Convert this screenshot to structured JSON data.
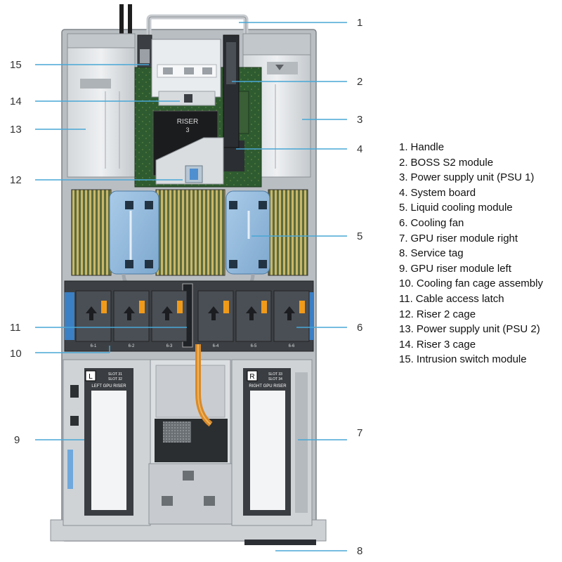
{
  "callouts": [
    {
      "num": "1",
      "label": "Handle"
    },
    {
      "num": "2",
      "label": "BOSS S2 module"
    },
    {
      "num": "3",
      "label": "Power supply unit (PSU 1)"
    },
    {
      "num": "4",
      "label": "System board"
    },
    {
      "num": "5",
      "label": "Liquid cooling module"
    },
    {
      "num": "6",
      "label": "Cooling fan"
    },
    {
      "num": "7",
      "label": "GPU riser module right"
    },
    {
      "num": "8",
      "label": "Service tag"
    },
    {
      "num": "9",
      "label": "GPU riser module left"
    },
    {
      "num": "10",
      "label": "Cooling fan cage assembly"
    },
    {
      "num": "11",
      "label": "Cable access latch"
    },
    {
      "num": "12",
      "label": "Riser 2 cage"
    },
    {
      "num": "13",
      "label": "Power supply unit (PSU 2)"
    },
    {
      "num": "14",
      "label": "Riser 3 cage"
    },
    {
      "num": "15",
      "label": "Intrusion switch module"
    }
  ],
  "legend_numbers": [
    "1.",
    "2.",
    "3.",
    "4.",
    "5.",
    "6.",
    "7.",
    "8.",
    "9.",
    "10.",
    "11.",
    "12.",
    "13.",
    "14.",
    "15."
  ],
  "chassis_text": {
    "riser3": "RISER",
    "riser3_num": "3",
    "left_riser_letter": "L",
    "left_riser_slots": [
      "SLOT 31",
      "SLOT 32"
    ],
    "left_riser_title": "LEFT GPU RISER",
    "right_riser_letter": "R",
    "right_riser_slots": [
      "SLOT 33",
      "SLOT 34"
    ],
    "right_riser_title": "RIGHT GPU RISER",
    "fan_labels": [
      "6-1",
      "6-2",
      "6-3",
      "6-4",
      "6-5",
      "6-6"
    ]
  },
  "colors": {
    "callout_line": "#49a7d6",
    "chassis": "#bfc4c8",
    "board": "#2e5a2e",
    "cooling": "#8fb8dc",
    "fan_blue": "#3b7fc4",
    "fan_orange": "#f09a1a",
    "cable": "#d98a2a"
  }
}
